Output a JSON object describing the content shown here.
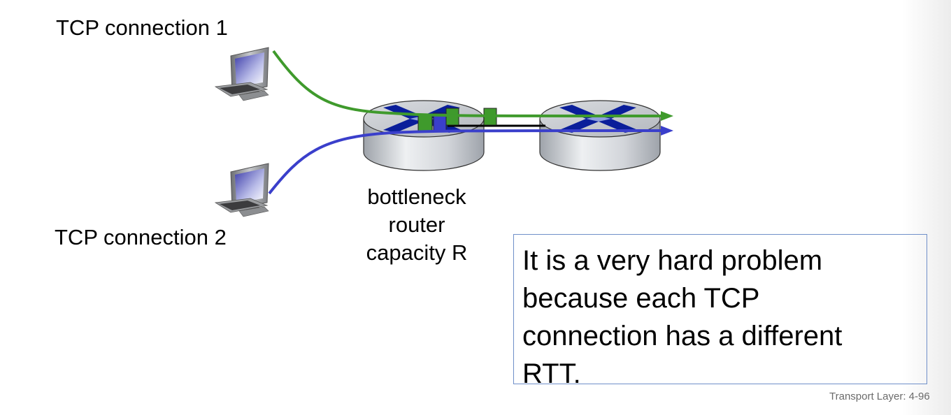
{
  "slide": {
    "footer": "Transport Layer: 4-96"
  },
  "hosts": [
    {
      "label": "TCP connection 1",
      "icon": "desktop-computer-icon",
      "flow_color": "#3f9a2c"
    },
    {
      "label": "TCP connection 2",
      "icon": "desktop-computer-icon",
      "flow_color": "#3a3fcb"
    }
  ],
  "router_label": {
    "lines": [
      "bottleneck",
      "router",
      "capacity R"
    ]
  },
  "routers": [
    {
      "name": "bottleneck-router",
      "icon": "router-icon"
    },
    {
      "name": "destination-router",
      "icon": "router-icon"
    }
  ],
  "note": {
    "lines": [
      "It is a very hard problem",
      "because each TCP",
      "connection has a different",
      "RTT."
    ],
    "border_color": "#6f8fc9"
  },
  "colors": {
    "flow1": "#3f9a2c",
    "flow2": "#3a3fcb",
    "router_x": "#0a1e9a",
    "router_body": "#c9ccd1"
  }
}
